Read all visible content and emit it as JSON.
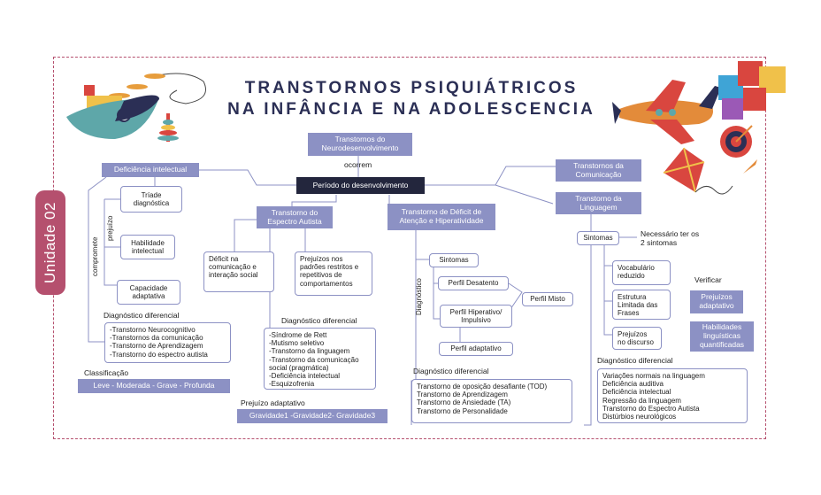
{
  "unit_tab": "Unidade 02",
  "title": {
    "line1": "TRANSTORNOS PSIQUIÁTRICOS",
    "line2": "NA INFÂNCIA E NA ADOLESCENCIA"
  },
  "center": {
    "top_box": "Transtornos do Neurodesenvolvimento",
    "connector": "ocorrem",
    "main_box": "Período do desenvolvimento"
  },
  "intellectual": {
    "header": "Deficiência intelectual",
    "vertical_compromete": "compromete",
    "vertical_prejuizo": "prejuízo",
    "triade": "Tríade diagnóstica",
    "habilidade": "Habilidade intelectual",
    "capacidade": "Capacidade adaptativa",
    "dd_label": "Diagnóstico diferencial",
    "dd_items": [
      "-Transtorno Neurocognitivo",
      "-Transtornos da comunicação",
      "-Transtorno de Aprendizagem",
      "-Transtorno do espectro autista"
    ],
    "class_label": "Classificação",
    "class_value": "Leve - Moderada - Grave - Profunda"
  },
  "autism": {
    "header": "Transtorno do Espectro Autista",
    "deficit": "Déficit na comunicação e interação social",
    "prejuizos": "Prejuízos nos padrões restritos e repetitivos de comportamentos",
    "dd_label": "Diagnóstico diferencial",
    "dd_items": [
      "-Síndrome de Rett",
      "-Mutismo seletivo",
      "-Transtorno da linguagem",
      "-Transtorno da comunicação social (pragmática)",
      "-Deficiência intelectual",
      "-Esquizofrenia"
    ],
    "prej_label": "Prejuízo adaptativo",
    "prej_value": "Gravidade1 -Gravidade2- Gravidade3"
  },
  "adhd": {
    "header": "Transtorno de Déficit de Atenção e Hiperatividade",
    "vertical_diag": "Diagnóstico",
    "sintomas": "Sintomas",
    "perfil_desatento": "Perfil Desatento",
    "perfil_misto": "Perfil Misto",
    "perfil_hiper": "Perfil Hiperativo/ Impulsivo",
    "perfil_adaptativo": "Perfil adaptativo",
    "dd_label": "Diagnóstico diferencial",
    "dd_items": [
      "Transtorno de oposição desafiante (TOD)",
      "Transtorno de Aprendizagem",
      "Transtorno de Ansiedade (TA)",
      "Transtorno de Personalidade"
    ]
  },
  "communication": {
    "header": "Transtornos da Comunicação",
    "language_header": "Transtorno da Linguagem",
    "sintomas": "Sintomas",
    "necessario": "Necessário ter os 2 sintomas",
    "vocab": "Vocabulário reduzido",
    "estrutura": "Estrutura Limitada das Frases",
    "discurso": "Prejuízos no discurso",
    "verificar": "Verificar",
    "ver_prej": "Prejuízos adaptativo",
    "ver_hab": "Habilidades linguísticas quantificadas",
    "dd_label": "Diagnóstico diferencial",
    "dd_items": [
      "Variações normais na linguagem",
      "Deficiência auditiva",
      "Deficiência intelectual",
      "Regressão da linguagem",
      "Transtorno do Espectro Autista",
      "Distúrbios neurológicos"
    ]
  },
  "colors": {
    "accent": "#8c91c4",
    "dark": "#23263d",
    "tab": "#b5506e",
    "title": "#2b2f55"
  },
  "decor": [
    "toy-boat-icon",
    "stacking-rings-icon",
    "airplane-icon",
    "puzzle-icon",
    "target-icon",
    "kite-icon",
    "rocket-icon"
  ]
}
